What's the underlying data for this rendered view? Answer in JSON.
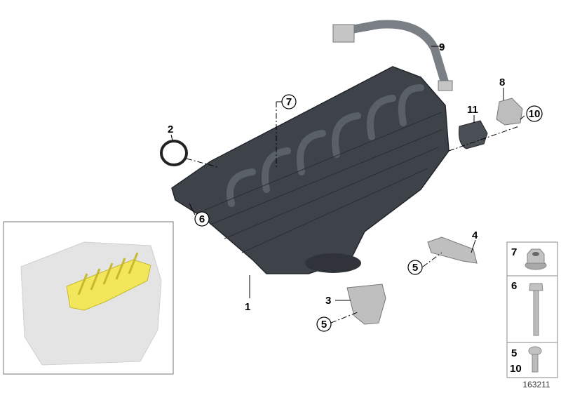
{
  "diagram_number": "163211",
  "callouts": {
    "c1": "1",
    "c2": "2",
    "c3": "3",
    "c4": "4",
    "c5a": "5",
    "c5b": "5",
    "c6": "6",
    "c7": "7",
    "c8": "8",
    "c9": "9",
    "c10": "10",
    "c11": "11"
  },
  "hardware_legend": [
    {
      "label": "7",
      "part": "flange-nut"
    },
    {
      "label": "6",
      "part": "hex-bolt"
    },
    {
      "label": "5",
      "label2": "10",
      "part": "torx-screw"
    }
  ],
  "colors": {
    "manifold": "#3e434a",
    "highlight": "#f2e65a",
    "engine": "#e2e2e2",
    "metal": "#b9b9b9"
  }
}
